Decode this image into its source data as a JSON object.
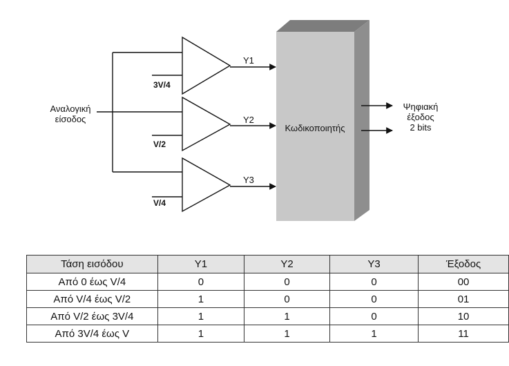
{
  "diagram": {
    "input_label_line1": "Αναλογική",
    "input_label_line2": "είσοδος",
    "refs": [
      "3V/4",
      "V/2",
      "V/4"
    ],
    "outputs": [
      "Y1",
      "Y2",
      "Y3"
    ],
    "encoder_label": "Κωδικοποιητής",
    "output_label_line1": "Ψηφιακή",
    "output_label_line2": "έξοδος",
    "output_label_line3": "2 bits"
  },
  "table": {
    "headers": [
      "Τάση εισόδου",
      "Y1",
      "Y2",
      "Y3",
      "Έξοδος"
    ],
    "rows": [
      [
        "Από  0  έως  V/4",
        "0",
        "0",
        "0",
        "00"
      ],
      [
        "Από  V/4  έως  V/2",
        "1",
        "0",
        "0",
        "01"
      ],
      [
        "Από  V/2  έως  3V/4",
        "1",
        "1",
        "0",
        "10"
      ],
      [
        "Από  3V/4  έως  V",
        "1",
        "1",
        "1",
        "11"
      ]
    ]
  }
}
